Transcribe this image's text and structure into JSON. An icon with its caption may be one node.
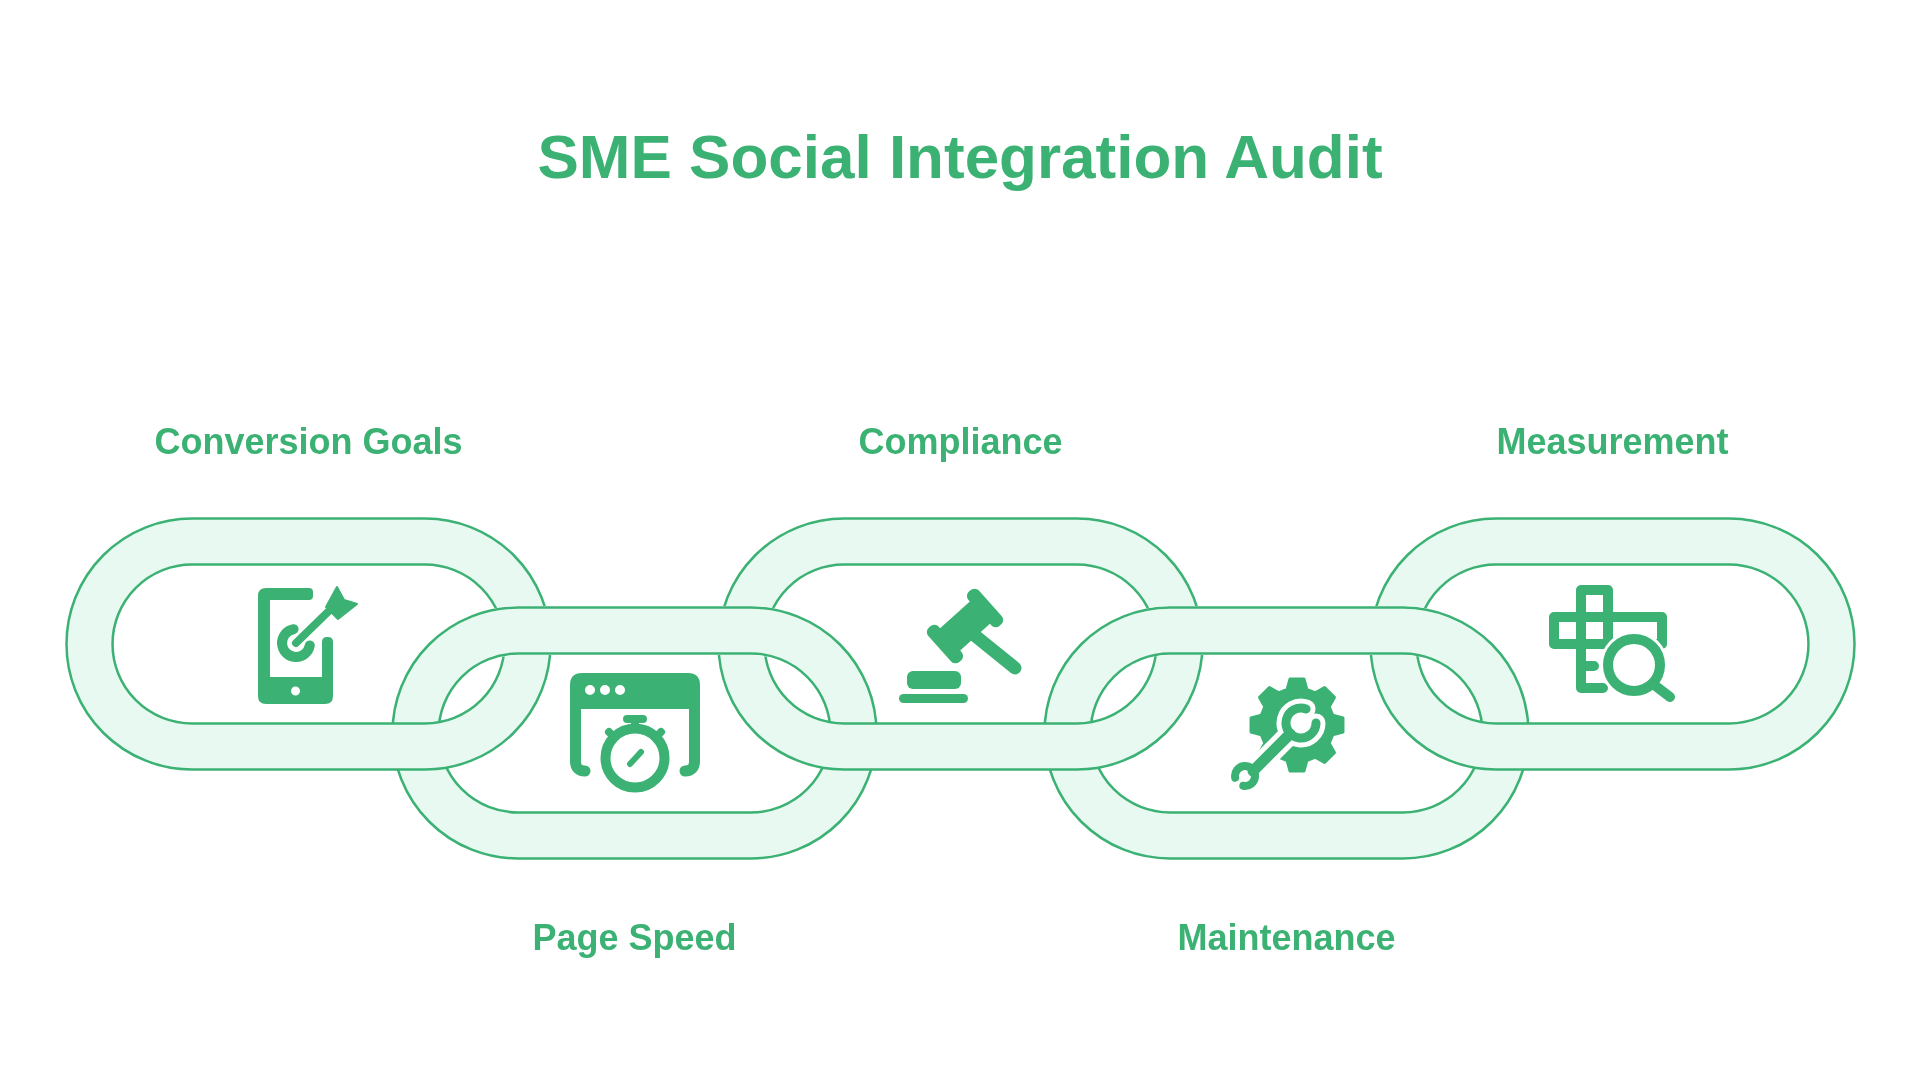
{
  "diagram": {
    "title": "SME Social Integration Audit",
    "nodes": [
      {
        "text": [
          "Conversion Goals"
        ]
      },
      {
        "text": [
          "Page Speed"
        ]
      },
      {
        "text": [
          "Compliance"
        ]
      },
      {
        "text": [
          "Maintenance"
        ]
      },
      {
        "text": [
          "Measurement"
        ]
      }
    ]
  }
}
